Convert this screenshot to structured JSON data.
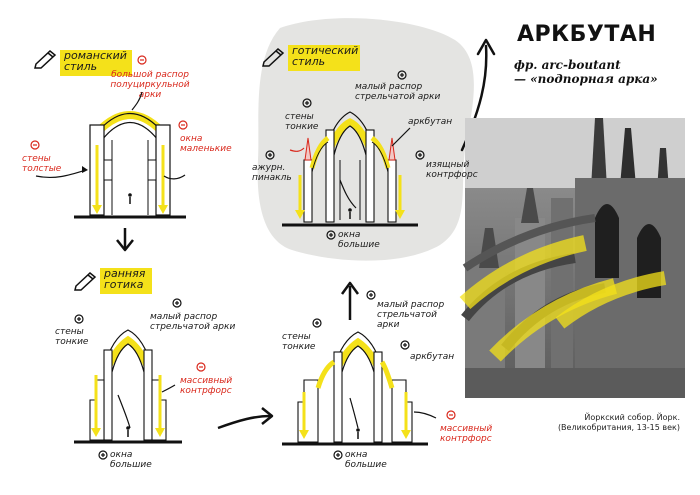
{
  "header": {
    "title": "АРКБУТАН",
    "subtitle": "фр. arc-boutant\n— «подпорная арка»"
  },
  "romanesque": {
    "tag": "романский\nстиль",
    "label_big_span": "большой распор\nполуциркульной\nарки",
    "label_thick_walls": "стены\nтолстые",
    "label_small_windows": "окна\nмаленькие"
  },
  "gothic": {
    "tag": "готический\nстиль",
    "label_small_span": "малый распор\nстрельчатой арки",
    "label_thin_walls": "стены\nтонкие",
    "label_arcbutant": "аркбутан",
    "label_pinnacle": "ажурн.\nпинакль",
    "label_buttress": "изящный\nконтрфорс",
    "label_big_windows": "окна\nбольшие"
  },
  "early_gothic": {
    "tag": "ранняя\nготика",
    "label_small_span": "малый распор\nстрельчатой арки",
    "label_thin_walls": "стены\nтонкие",
    "label_massive_buttress": "массивный\nконтрфорс",
    "label_big_windows": "окна\nбольшие"
  },
  "transition": {
    "label_thin_walls": "стены\nтонкие",
    "label_small_span": "малый распор\nстрельчатой\nарки",
    "label_arcbutant": "аркбутан",
    "label_massive_buttress": "массивный\nконтрфорс",
    "label_big_windows": "окна\nбольшие"
  },
  "photo": {
    "caption": "Йоркский собор. Йорк.\n(Великобритания, 13-15 век)"
  },
  "colors": {
    "accent_yellow": "#f4e11a",
    "negative_red": "#d9281c",
    "panel_gray": "#e4e4e2",
    "ink": "#1a1a1a"
  },
  "icons": [
    "pencil-icon",
    "plus-icon",
    "minus-icon",
    "arrow-icon"
  ]
}
